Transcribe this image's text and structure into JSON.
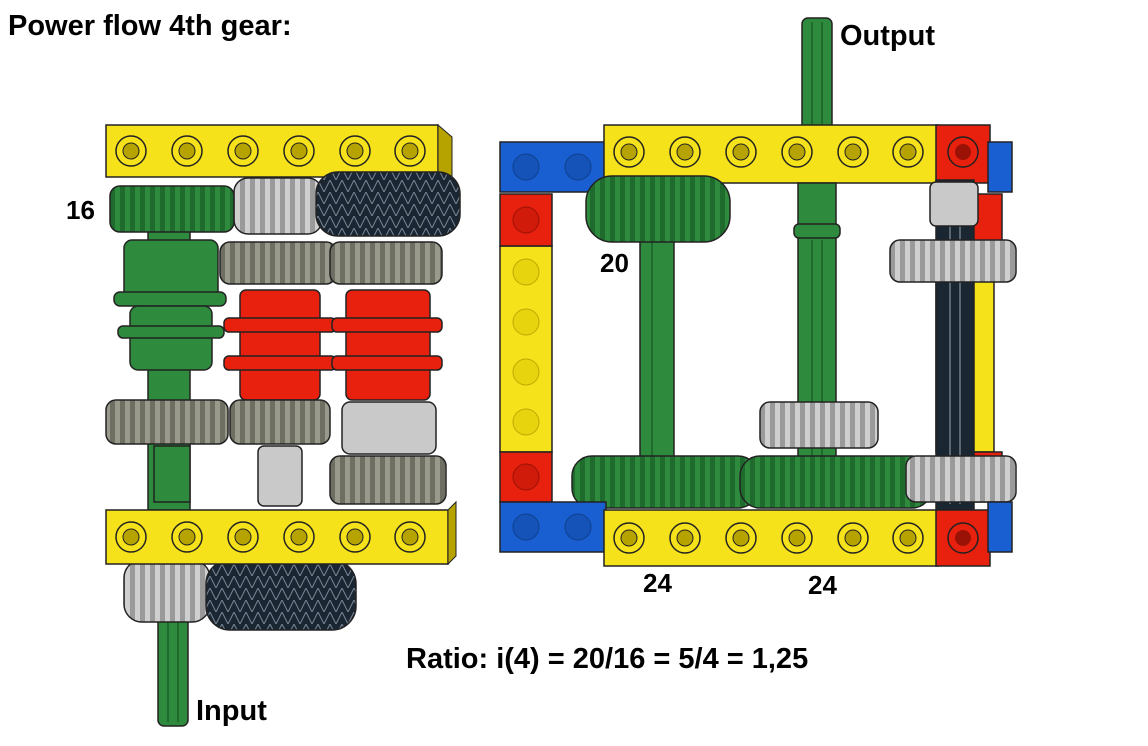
{
  "title": "Power flow 4th gear:",
  "labels": {
    "output": "Output",
    "input": "Input",
    "gear_16": "16",
    "gear_20": "20",
    "gear_24_left": "24",
    "gear_24_right": "24",
    "ratio": "Ratio: i(4) = 20/16 = 5/4 = 1,25"
  },
  "colors": {
    "beam_yellow": "#f5e21a",
    "gear_green": "#2e8b3e",
    "gear_gray": "#c9c9c9",
    "gear_darkgray": "#8a8a7e",
    "gear_black": "#1b2633",
    "red": "#e8210f",
    "blue": "#1a5fd1",
    "outline": "#222222"
  }
}
